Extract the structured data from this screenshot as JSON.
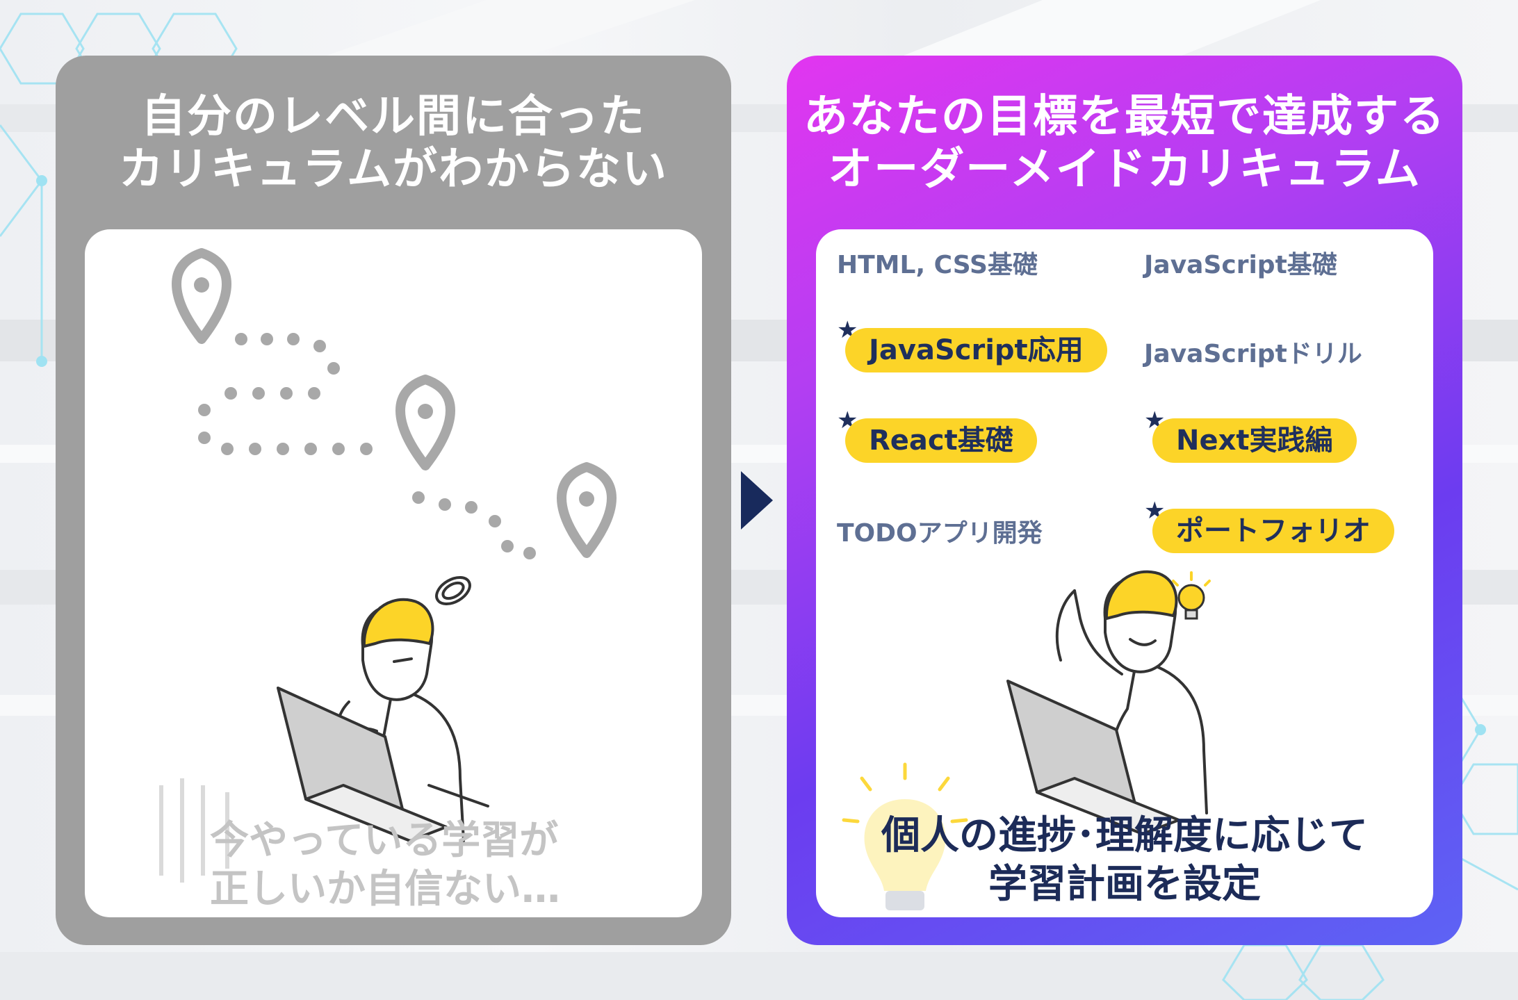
{
  "left_panel": {
    "title_line1": "自分のレベル間に合った",
    "title_line2": "カリキュラムがわからない",
    "caption_line1": "今やっている学習が",
    "caption_line2": "正しいか自信ない…"
  },
  "right_panel": {
    "title_line1": "あなたの目標を最短で達成する",
    "title_line2": "オーダーメイドカリキュラム",
    "topics": [
      {
        "label": "HTML, CSS基礎",
        "highlighted": false
      },
      {
        "label": "JavaScript基礎",
        "highlighted": false
      },
      {
        "label": "JavaScript応用",
        "highlighted": true
      },
      {
        "label": "JavaScriptドリル",
        "highlighted": false
      },
      {
        "label": "React基礎",
        "highlighted": true
      },
      {
        "label": "Next実践編",
        "highlighted": true
      },
      {
        "label": "TODOアプリ開発",
        "highlighted": false
      },
      {
        "label": "ポートフォリオ",
        "highlighted": true
      }
    ],
    "caption_line1": "個人の進捗･理解度に応じて",
    "caption_line2": "学習計画を設定"
  },
  "colors": {
    "left_panel_bg": "#9f9f9f",
    "right_gradient_start": "#e236f0",
    "right_gradient_end": "#5d63f4",
    "pill_yellow": "#fcd428",
    "navy": "#1f2f5c",
    "topic_text": "#5e6f93"
  },
  "icons": [
    "map-pin-icon",
    "star-icon",
    "lightbulb-icon",
    "right-arrow-icon"
  ]
}
